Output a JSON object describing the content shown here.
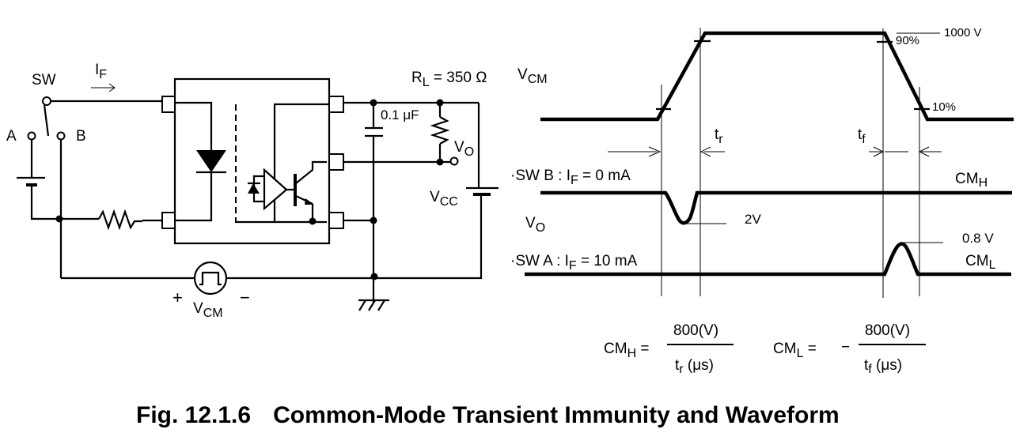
{
  "caption": {
    "number": "Fig. 12.1.6",
    "title": "Common-Mode Transient Immunity and Waveform"
  },
  "circuit": {
    "switch_label": "SW",
    "switch_pos_a": "A",
    "switch_pos_b": "B",
    "forward_current": {
      "main": "I",
      "sub": "F"
    },
    "load_resistor": {
      "main": "R",
      "sub": "L",
      "value": " = 350 Ω"
    },
    "capacitor": "0.1 μF",
    "output": {
      "main": "V",
      "sub": "O"
    },
    "supply": {
      "main": "V",
      "sub": "CC"
    },
    "cm_source": {
      "main": "V",
      "sub": "CM",
      "plus": "+",
      "minus": "−"
    }
  },
  "waveform": {
    "vcm_label": {
      "main": "V",
      "sub": "CM"
    },
    "peak_label": "1000 V",
    "pct90": "90%",
    "pct10": "10%",
    "rise_time": {
      "main": "t",
      "sub": "r"
    },
    "fall_time": {
      "main": "t",
      "sub": "f"
    },
    "vo_label": {
      "main": "V",
      "sub": "O"
    },
    "swb": {
      "prefix": "·SW B : I",
      "sub": "F",
      "suffix": " = 0 mA"
    },
    "swa": {
      "prefix": "·SW A : I",
      "sub": "F",
      "suffix": " = 10 mA"
    },
    "cmh": {
      "main": "CM",
      "sub": "H"
    },
    "cml": {
      "main": "CM",
      "sub": "L"
    },
    "dip_level": "2V",
    "bump_level": "0.8 V"
  },
  "formulas": {
    "cmh": {
      "lhs_main": "CM",
      "lhs_sub": "H",
      "eq": " = ",
      "numerator": "800(V)",
      "den_main": "t",
      "den_sub": "r",
      "den_unit": " (μs)"
    },
    "cml": {
      "lhs_main": "CM",
      "lhs_sub": "L",
      "eq": " = ",
      "sign": "−",
      "numerator": "800(V)",
      "den_main": "t",
      "den_sub": "f",
      "den_unit": " (μs)"
    }
  }
}
